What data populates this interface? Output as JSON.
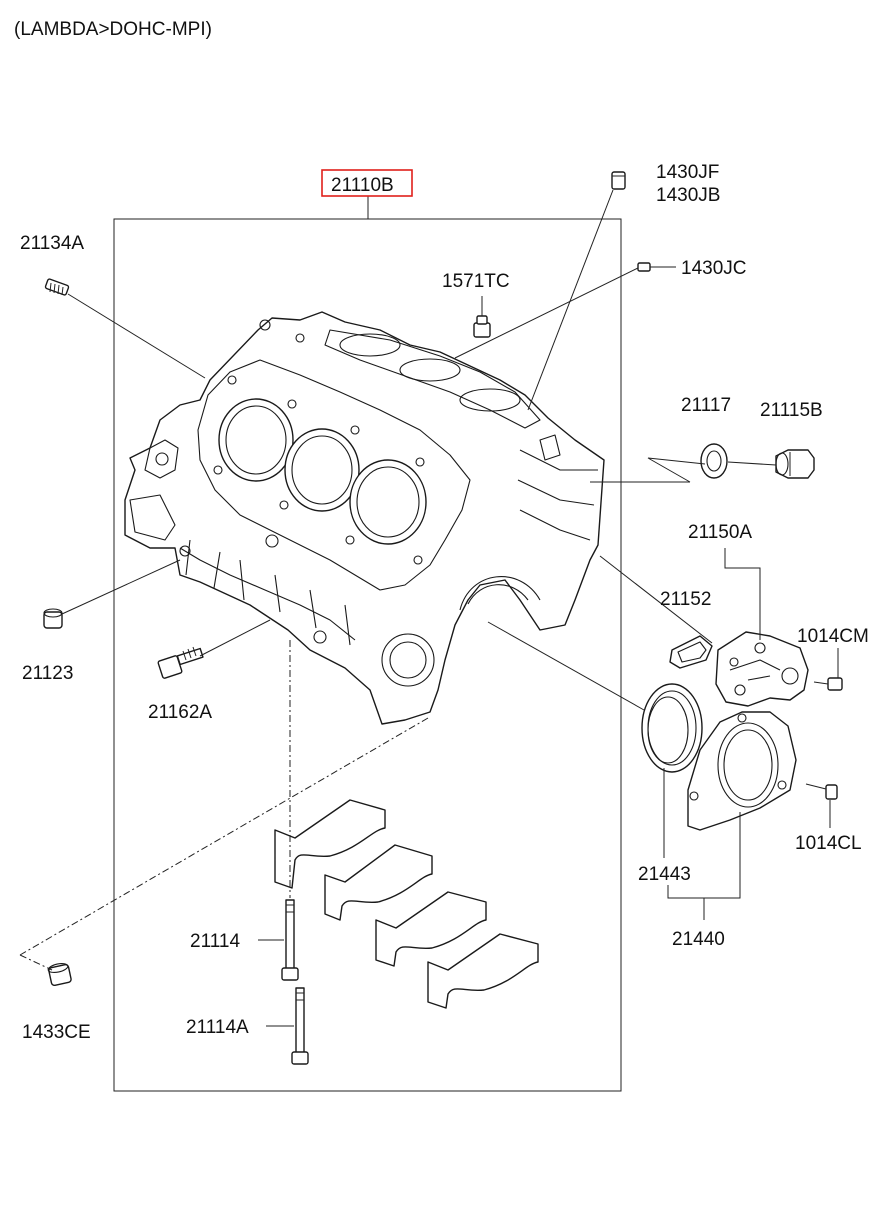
{
  "header": {
    "engine": "(LAMBDA>DOHC-MPI)"
  },
  "labels": {
    "main": "21110B",
    "plug_1430jf": "1430JF",
    "plug_1430jb": "1430JB",
    "plug_1430jc": "1430JC",
    "stud": "21134A",
    "plug_1571tc": "1571TC",
    "seal_21117": "21117",
    "plug_21115b": "21115B",
    "cover_assy": "21150A",
    "gasket": "21152",
    "bolt_1014cm": "1014CM",
    "plug_21123": "21123",
    "bolt_21162a": "21162A",
    "oil_seal": "21443",
    "seal_case": "21440",
    "bolt_1014cl": "1014CL",
    "bolt_21114": "21114",
    "bolt_21114a": "21114A",
    "dowel": "1433CE"
  },
  "highlight_color": "#e0201b"
}
